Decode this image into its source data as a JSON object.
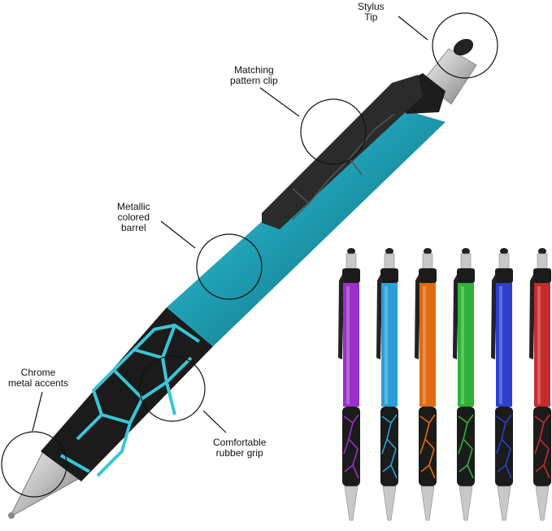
{
  "annotations": {
    "stylus_tip": {
      "line1": "Stylus",
      "line2": "Tip"
    },
    "clip": {
      "line1": "Matching",
      "line2": "pattern clip"
    },
    "barrel": {
      "line1": "Metallic",
      "line2": "colored",
      "line3": "barrel"
    },
    "chrome": {
      "line1": "Chrome",
      "line2": "metal accents"
    },
    "grip": {
      "line1": "Comfortable",
      "line2": "rubber grip"
    }
  },
  "pen": {
    "barrel_color": "#1f9fb4",
    "grip_pattern_color": "#39c6d8",
    "rubber_color": "#1b1b1b",
    "chrome_color": "#c9c9c9"
  },
  "color_variants": [
    {
      "color": "#9b2fc9"
    },
    {
      "color": "#2a9fd8"
    },
    {
      "color": "#e06a12"
    },
    {
      "color": "#2fb13a"
    },
    {
      "color": "#2d3fd0"
    },
    {
      "color": "#c62c2c"
    }
  ]
}
